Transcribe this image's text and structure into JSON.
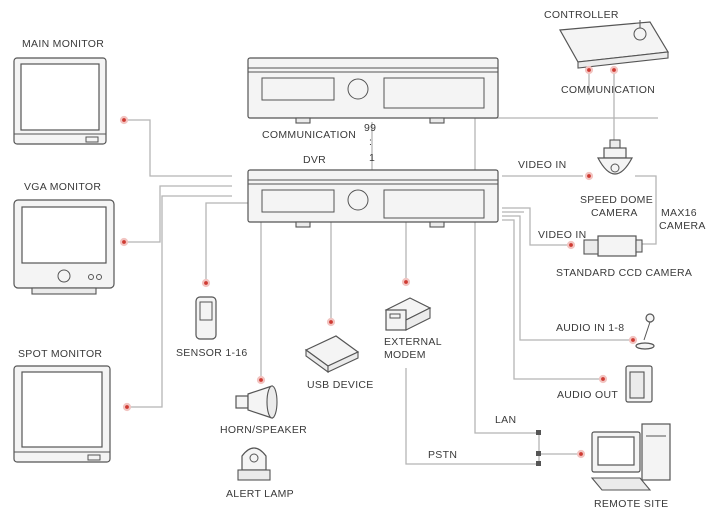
{
  "labels": {
    "main_monitor": "MAIN MONITOR",
    "vga_monitor": "VGA MONITOR",
    "spot_monitor": "SPOT MONITOR",
    "controller": "CONTROLLER",
    "communication_top": "COMMUNICATION",
    "communication_left": "COMMUNICATION",
    "chain_top": "99",
    "chain_bottom": "1",
    "dvr": "DVR",
    "video_in_top": "VIDEO IN",
    "speed_dome_line1": "SPEED DOME",
    "speed_dome_line2": "CAMERA",
    "max16_line1": "MAX16",
    "max16_line2": "CAMERA",
    "video_in_bottom": "VIDEO IN",
    "standard_ccd": "STANDARD CCD CAMERA",
    "sensor": "SENSOR 1-16",
    "usb_device": "USB DEVICE",
    "external_modem_line1": "EXTERNAL",
    "external_modem_line2": "MODEM",
    "audio_in": "AUDIO IN 1-8",
    "audio_out": "AUDIO OUT",
    "lan": "LAN",
    "pstn": "PSTN",
    "horn_speaker": "HORN/SPEAKER",
    "alert_lamp": "ALERT LAMP",
    "remote_site": "REMOTE SITE"
  },
  "colors": {
    "wire": "#b5b5b5",
    "connector_dot": "#cf3a32",
    "outline": "#555555",
    "text": "#3a3a3a"
  },
  "icons": [
    "monitor-icon",
    "dvr-icon",
    "keyboard-controller-icon",
    "speed-dome-camera-icon",
    "ccd-camera-icon",
    "sensor-icon",
    "usb-device-icon",
    "modem-icon",
    "microphone-icon",
    "speaker-icon",
    "horn-icon",
    "alert-lamp-icon",
    "computer-icon"
  ]
}
